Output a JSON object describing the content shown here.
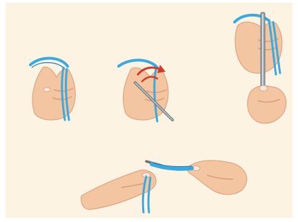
{
  "colors": {
    "background_panel": "#fdf3e3",
    "skin": "#f3c6a1",
    "skin_shadow": "#d99c78",
    "nail": "#fbe7dc",
    "yarn": "#3aa9e0",
    "yarn_dark": "#1f7fb5",
    "needle": "#9aa4ad",
    "needle_dark": "#6b747c",
    "arrow": "#d33a2c"
  },
  "figures": [
    {
      "name": "step-1",
      "description_icon": "hand-holding-yarn-loop-icon"
    },
    {
      "name": "step-2",
      "description_icon": "needle-wrapping-yarn-icon"
    },
    {
      "name": "step-3",
      "description_icon": "needle-through-loop-icon"
    },
    {
      "name": "step-4",
      "description_icon": "two-hands-cast-on-icon"
    }
  ]
}
